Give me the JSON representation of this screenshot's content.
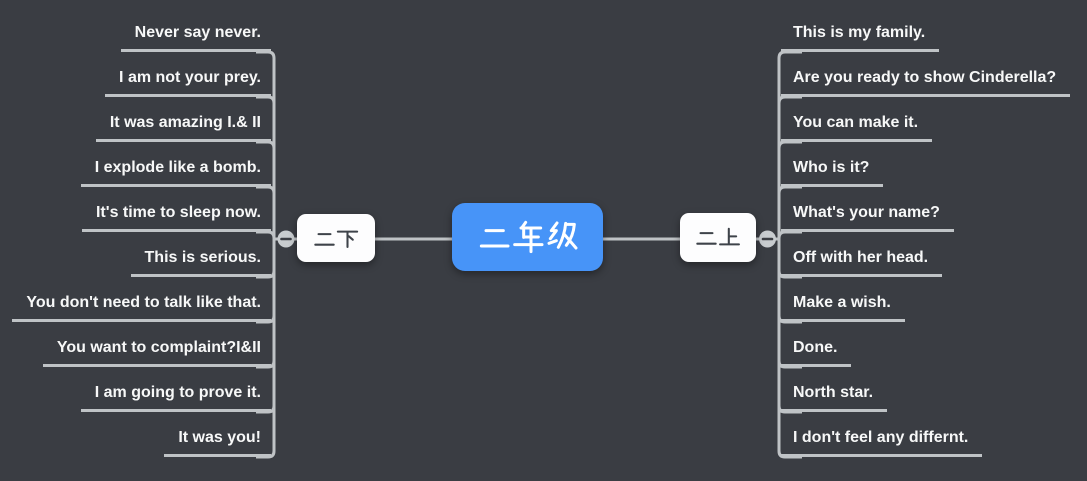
{
  "app": {
    "type": "mindmap-canvas"
  },
  "theme": {
    "background": "#3a3d43",
    "line_color": "#bfc3c6",
    "root_fill": "#4794f8",
    "root_text_color": "#ffffff",
    "node_fill": "#fdfdfe",
    "node_text_color": "#3e434a",
    "child_text_color": "#f7f8f8",
    "collapse_button_fill": "#c8cccf"
  },
  "root": {
    "label": "二年级"
  },
  "branches": [
    {
      "label": "二下",
      "side": "left",
      "collapse_icon": "minus-icon",
      "children": [
        "Never say never.",
        "I am not your prey.",
        "It was amazing I.& II",
        "I explode like a bomb.",
        "It's time to sleep now.",
        "This is serious.",
        "You don't need to talk like that.",
        "You want to complaint?I&II",
        "I am going to prove it.",
        "It was you!"
      ]
    },
    {
      "label": "二上",
      "side": "right",
      "collapse_icon": "minus-icon",
      "children": [
        "This is my family.",
        "Are you ready to show Cinderella?",
        "You can make it.",
        "Who is it?",
        "What's your name?",
        "Off with her head.",
        "Make a wish.",
        "Done.",
        "North star.",
        "I don't feel any differnt."
      ]
    }
  ]
}
